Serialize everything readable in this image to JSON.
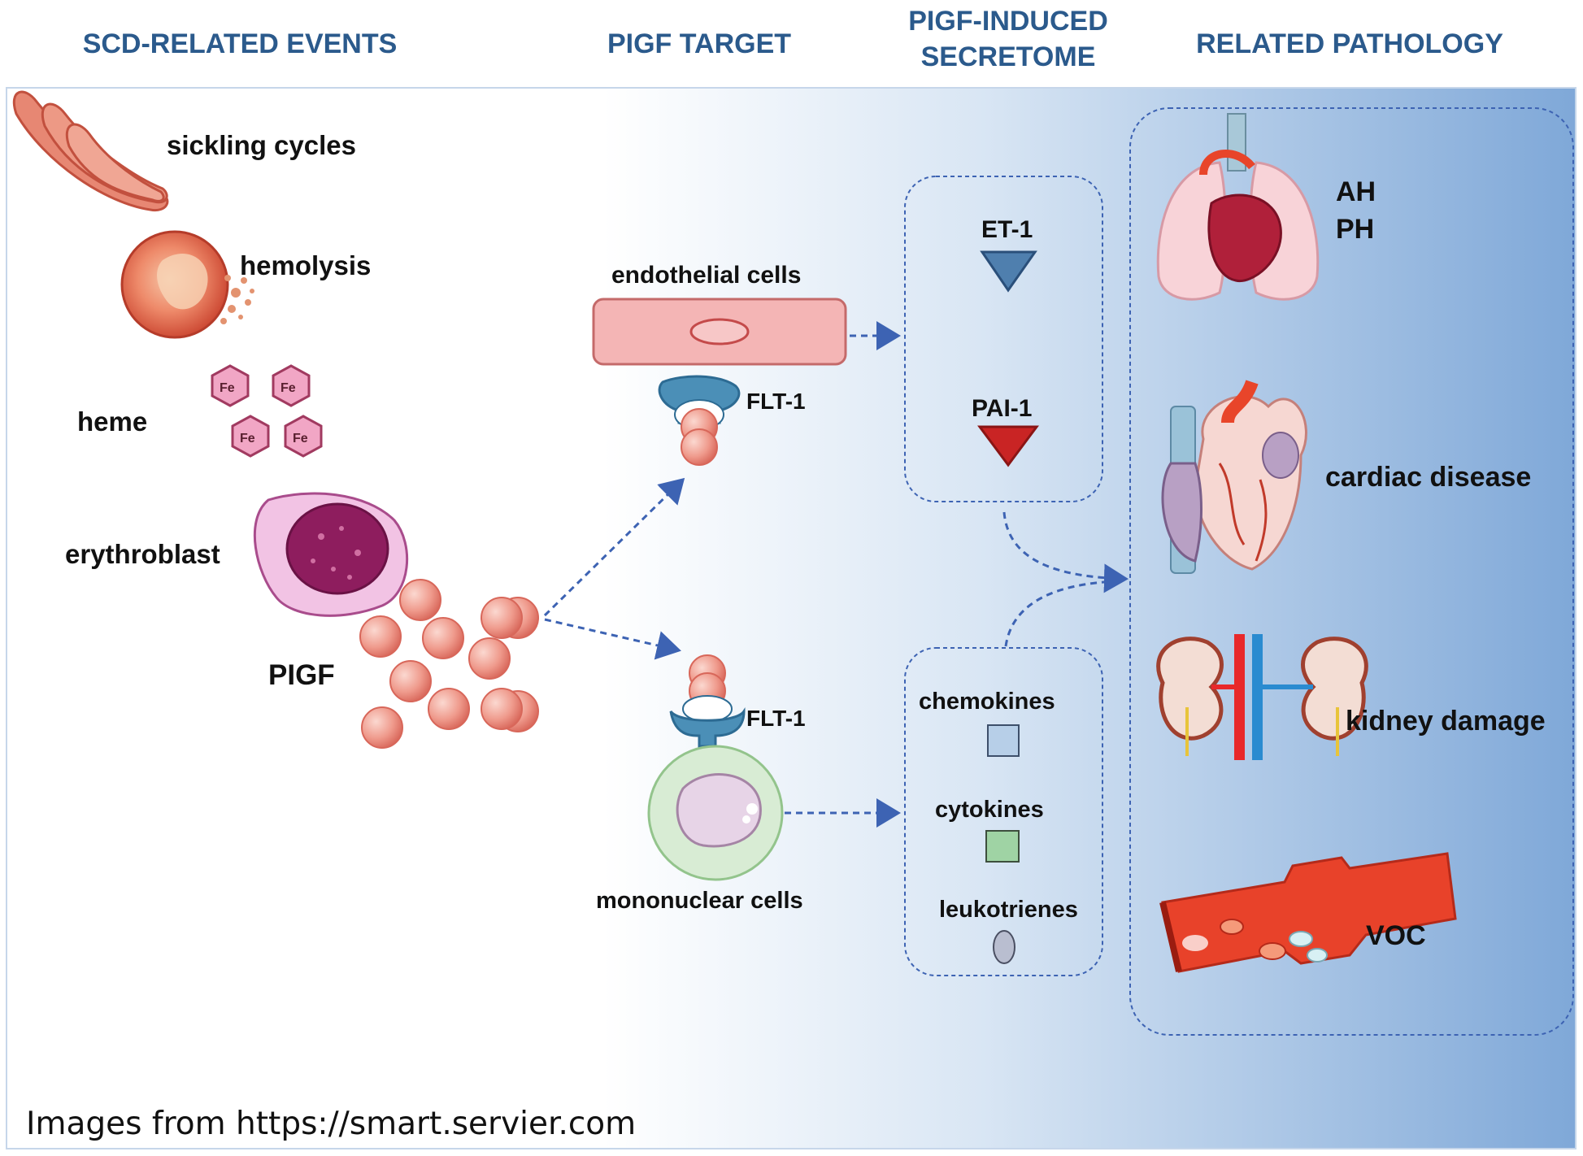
{
  "headers": {
    "events": "SCD-RELATED EVENTS",
    "target": "PIGF TARGET",
    "secretome_line1": "PIGF-INDUCED",
    "secretome_line2": "SECRETOME",
    "pathology": "RELATED PATHOLOGY"
  },
  "events": {
    "sickling": "sickling cycles",
    "hemolysis": "hemolysis",
    "heme": "heme",
    "fe": "Fe",
    "erythroblast": "erythroblast",
    "pigf": "PIGF"
  },
  "targets": {
    "endothelial": "endothelial cells",
    "receptor_top": "FLT-1",
    "receptor_bottom": "FLT-1",
    "mononuclear": "mononuclear cells"
  },
  "secretome": {
    "et1": "ET-1",
    "pai1": "PAI-1",
    "chemokines": "chemokines",
    "cytokines": "cytokines",
    "leukotrienes": "leukotrienes"
  },
  "pathology": {
    "ah": "AH",
    "ph": "PH",
    "cardiac": "cardiac disease",
    "kidney": "kidney damage",
    "voc": "VOC"
  },
  "credit": "Images from https://smart.servier.com",
  "colors": {
    "header": "#2b5a8c",
    "arrow": "#3d63b3",
    "background_right": "#8db2dc",
    "rbc": "#e4766a",
    "endothelial": "#f4b5b5",
    "receptor": "#4b8fb7",
    "et1": "#4f7fae",
    "pai1": "#c92424",
    "chemokines": "#b7cfe8",
    "cytokines": "#9fd3a4",
    "leukotrienes": "#b9bed0"
  }
}
